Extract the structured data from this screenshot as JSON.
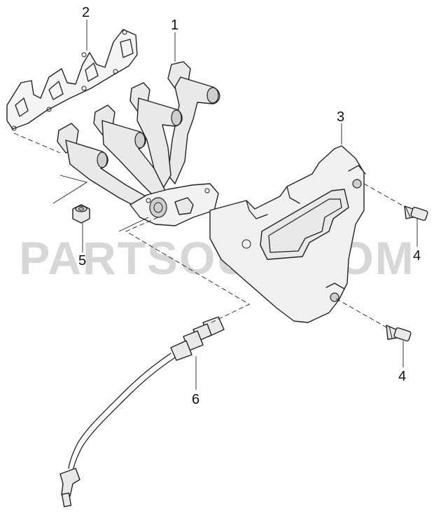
{
  "watermark": "PARTSOUQ.COM",
  "callouts": {
    "c1": "1",
    "c2": "2",
    "c3": "3",
    "c4a": "4",
    "c4b": "4",
    "c5": "5",
    "c6": "6"
  }
}
